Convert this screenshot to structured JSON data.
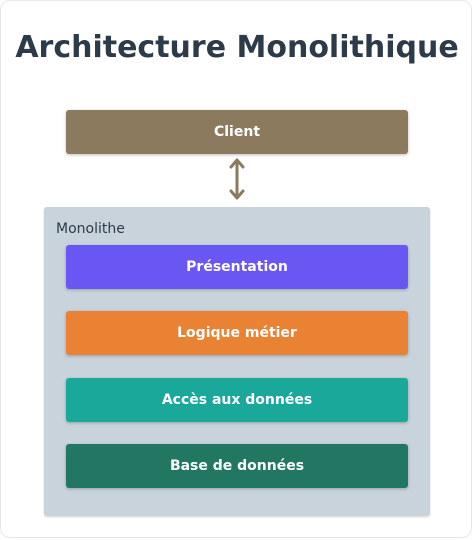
{
  "title": "Architecture Monolithique",
  "client": {
    "label": "Client",
    "color": "#8b7a5e"
  },
  "connector": {
    "type": "bidirectional-arrow",
    "color": "#8b7a5e"
  },
  "monolith": {
    "label": "Monolithe",
    "color": "#c9d3dc",
    "layers": [
      {
        "label": "Présentation",
        "color": "#6a57f3"
      },
      {
        "label": "Logique métier",
        "color": "#ea8234"
      },
      {
        "label": "Accès aux données",
        "color": "#19a89a"
      },
      {
        "label": "Base de données",
        "color": "#217762"
      }
    ]
  }
}
